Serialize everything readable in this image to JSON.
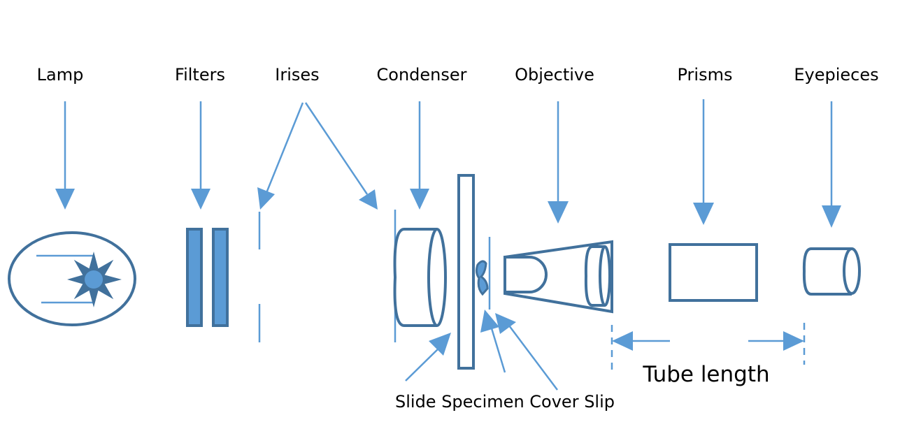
{
  "labels": {
    "lamp": "Lamp",
    "filters": "Filters",
    "irises": "Irises",
    "condenser": "Condenser",
    "objective": "Objective",
    "prisms": "Prisms",
    "eyepieces": "Eyepieces",
    "tube_length": "Tube length",
    "bottom": "Slide Specimen Cover Slip"
  },
  "colors": {
    "outline": "#41719C",
    "fill": "#5B9BD5"
  }
}
